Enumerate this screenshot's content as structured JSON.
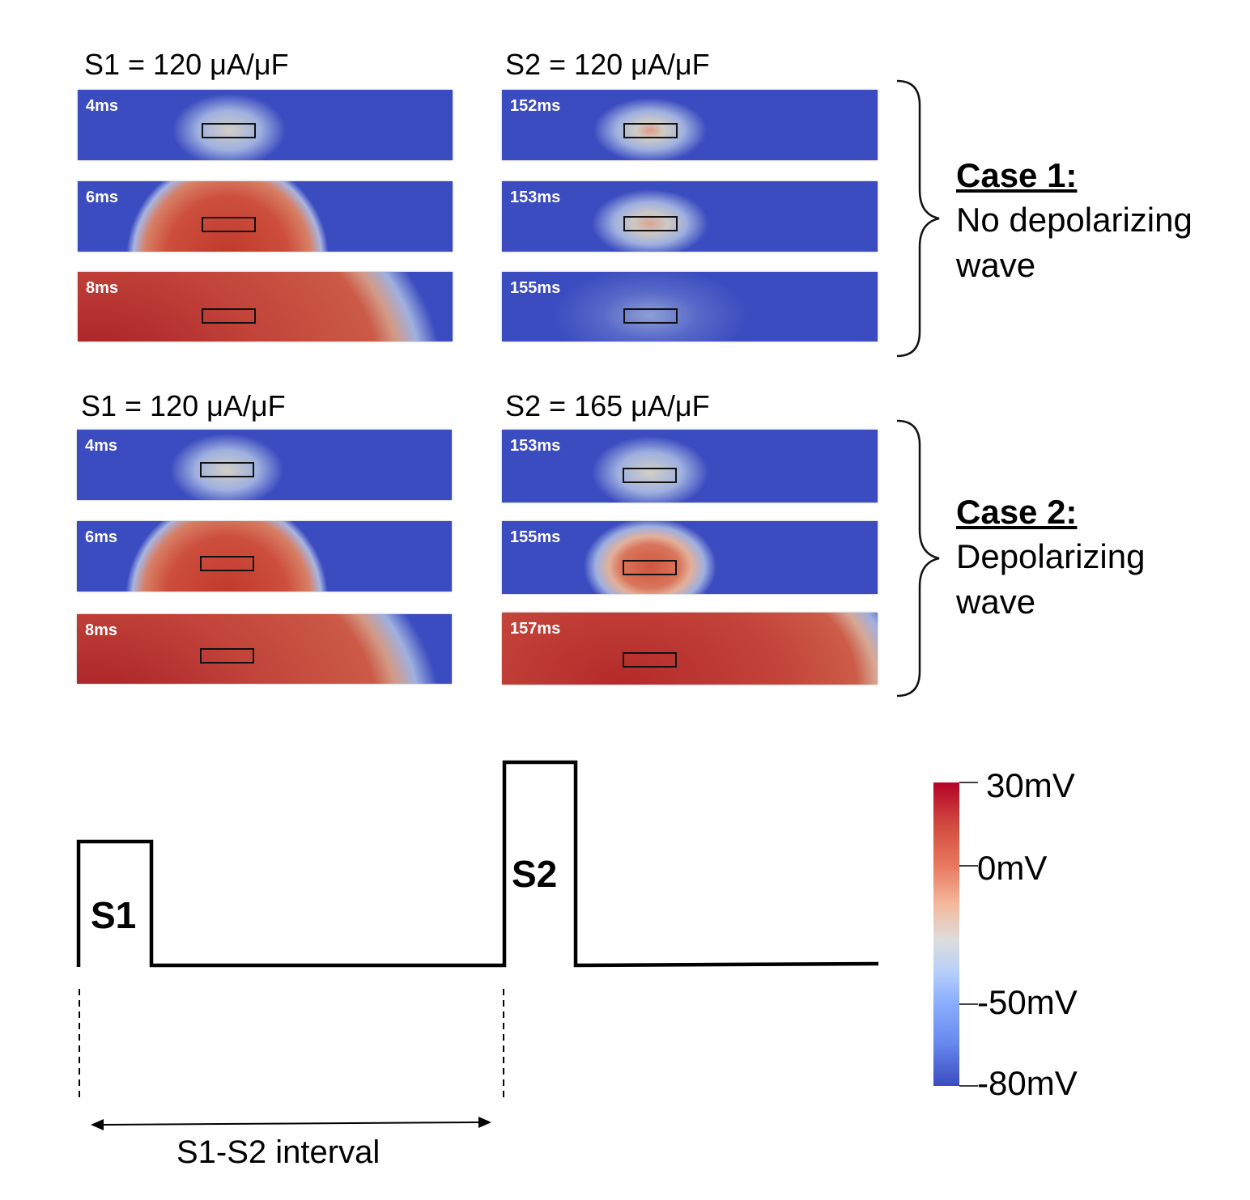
{
  "case1": {
    "s1_label": "S1 = 120 μA/μF",
    "s2_label": "S2 = 120 μA/μF",
    "s1_times": [
      "4ms",
      "6ms",
      "8ms"
    ],
    "s2_times": [
      "152ms",
      "153ms",
      "155ms"
    ],
    "title": "Case 1:",
    "description": "No depolarizing wave"
  },
  "case2": {
    "s1_label": "S1 = 120 μA/μF",
    "s2_label": "S2 = 165 μA/μF",
    "s1_times": [
      "4ms",
      "6ms",
      "8ms"
    ],
    "s2_times": [
      "153ms",
      "155ms",
      "157ms"
    ],
    "title": "Case 2:",
    "description": "Depolarizing wave"
  },
  "protocol": {
    "s1_pulse_label": "S1",
    "s2_pulse_label": "S2",
    "interval_label": "S1-S2 interval"
  },
  "colorbar": {
    "ticks": [
      "30mV",
      "0mV",
      "-50mV",
      "-80mV"
    ],
    "colors": {
      "high": "#b40426",
      "mid": "#dddddd",
      "low": "#3b4cc0"
    }
  },
  "colors": {
    "resting": "#3b4cc0",
    "depolarized": "#b40426"
  }
}
